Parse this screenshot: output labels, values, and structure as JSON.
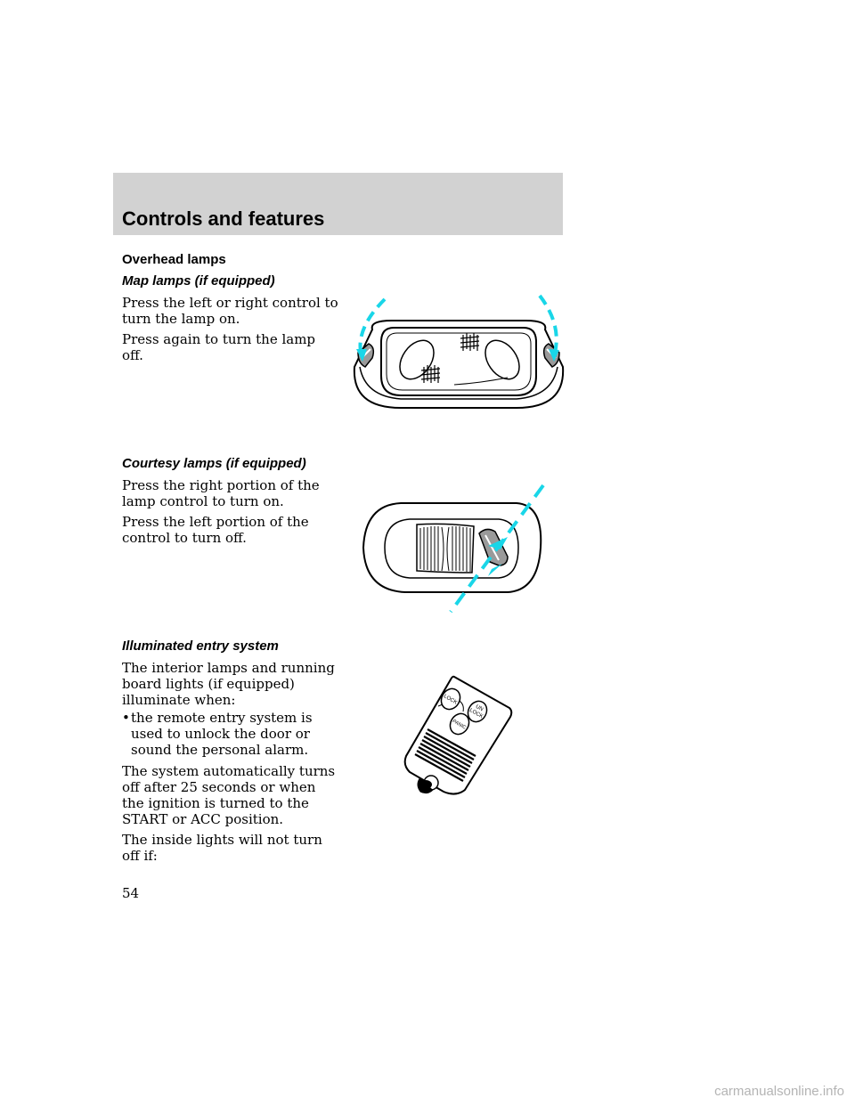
{
  "header": {
    "title": "Controls and features"
  },
  "sections": {
    "overhead": {
      "heading": "Overhead lamps"
    },
    "map": {
      "heading": "Map lamps (if equipped)",
      "p1": "Press the left or right control to turn the lamp on.",
      "p2": "Press again to turn the lamp off."
    },
    "courtesy": {
      "heading": "Courtesy lamps (if equipped)",
      "p1": "Press the right portion of the lamp control to turn on.",
      "p2": "Press the left portion of the control to turn off."
    },
    "entry": {
      "heading": "Illuminated entry system",
      "p1": "The interior lamps and running board lights (if equipped) illuminate when:",
      "bullet_marker": "•",
      "bullet1": "the remote entry system is used to unlock the door or sound the personal alarm.",
      "p2": "The system automatically turns off after 25 seconds or when the ignition is turned to the START or ACC position.",
      "p3": "The inside lights will not turn off if:"
    }
  },
  "figures": {
    "keyfob": {
      "lock": "LOCK",
      "unlock_line1": "UN",
      "unlock_line2": "LOCK",
      "panic": "PANIC"
    }
  },
  "colors": {
    "accent_cyan": "#19d6e8",
    "header_band": "#d2d2d2"
  },
  "page_number": "54",
  "watermark": "carmanualsonline.info"
}
